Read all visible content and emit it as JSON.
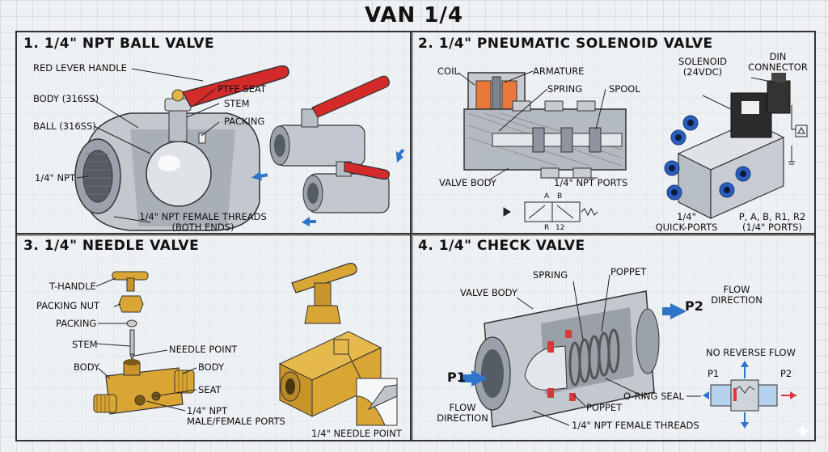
{
  "title": "VAN 1/4",
  "panels": {
    "ball": {
      "title": "1. 1/4\" NPT BALL VALVE",
      "labels": {
        "lever": "RED LEVER HANDLE",
        "body": "BODY (316SS)",
        "ball": "BALL (316SS)",
        "npt": "1/4\" NPT",
        "ptfe": "PTFE SEAT",
        "stem": "STEM",
        "packing": "PACKING",
        "threads_1": "1/4\" NPT FEMALE THREADS",
        "threads_2": "(BOTH ENDS)"
      }
    },
    "solenoid": {
      "title": "2. 1/4\" PNEUMATIC SOLENOID VALVE",
      "labels": {
        "coil": "COIL",
        "armature": "ARMATURE",
        "spring": "SPRING",
        "spool": "SPOOL",
        "valve_body": "VALVE BODY",
        "npt_ports": "1/4\" NPT PORTS",
        "solenoid_1": "SOLENOID",
        "solenoid_2": "(24VDC)",
        "din_1": "DIN",
        "din_2": "CONNECTOR",
        "quick_1": "1/4\"",
        "quick_2": "QUICK-PORTS",
        "ports_1": "P, A, B, R1, R2",
        "ports_2": "(1/4\" PORTS)",
        "sym_a": "A",
        "sym_b": "B",
        "sym_r": "R",
        "sym_12": "12"
      }
    },
    "needle": {
      "title": "3. 1/4\" NEEDLE VALVE",
      "labels": {
        "t_handle": "T-HANDLE",
        "packing_nut": "PACKING NUT",
        "packing": "PACKING",
        "stem": "STEM",
        "needle_point": "NEEDLE POINT",
        "body_left": "BODY",
        "body_right": "BODY",
        "seat": "SEAT",
        "ports_1": "1/4\" NPT",
        "ports_2": "MALE/FEMALE PORTS",
        "inset": "1/4\" NEEDLE POINT"
      }
    },
    "check": {
      "title": "4. 1/4\" CHECK VALVE",
      "labels": {
        "valve_body": "VALVE BODY",
        "spring": "SPRING",
        "poppet_top": "POPPET",
        "p2": "P2",
        "flow_dir_1": "FLOW",
        "flow_dir_2": "DIRECTION",
        "p1": "P1",
        "flow_left_1": "FLOW",
        "flow_left_2": "DIRECTION",
        "poppet_bottom": "POPPET",
        "oring": "O-RING SEAL",
        "threads": "1/4\" NPT FEMALE THREADS",
        "no_reverse": "NO REVERSE FLOW",
        "mini_p1": "P1",
        "mini_p2": "P2"
      }
    }
  },
  "colors": {
    "lever_red": "#d42a2a",
    "steel": "#b8bec6",
    "brass": "#d9a534",
    "coil_orange": "#e8793a",
    "seal_red": "#d63a3a",
    "arrow_blue": "#2e74c9",
    "port_blue": "#2a5fbd"
  }
}
